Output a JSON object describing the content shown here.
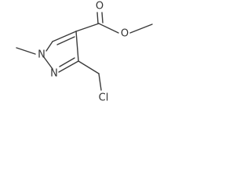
{
  "molecule": {
    "atoms": {
      "ester_carbonyl_o": "O",
      "ester_ether_o": "O",
      "ring_n1": "N",
      "ring_n2": "N",
      "chlorine": "Cl"
    }
  },
  "colors": {
    "bond": "#3a3a3a",
    "label": "#333333",
    "background": "#ffffff"
  }
}
